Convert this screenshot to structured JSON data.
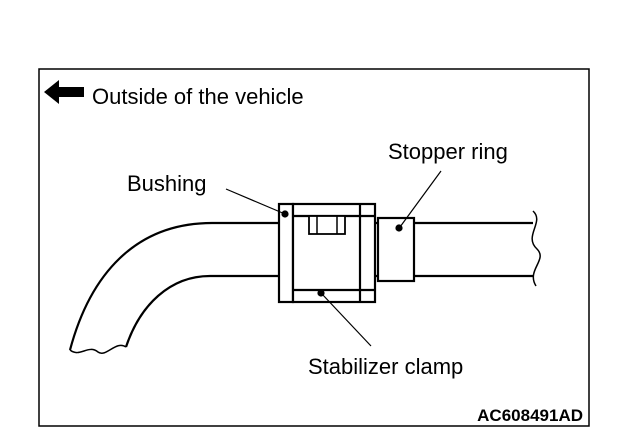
{
  "diagram": {
    "direction_label": "Outside of the vehicle",
    "direction_icon": "left-arrow-icon",
    "labels": {
      "bushing": "Bushing",
      "stopper_ring": "Stopper ring",
      "stabilizer_clamp": "Stabilizer clamp"
    },
    "figure_code": "AC608491AD"
  },
  "colors": {
    "line": "#000000",
    "background": "#ffffff"
  }
}
